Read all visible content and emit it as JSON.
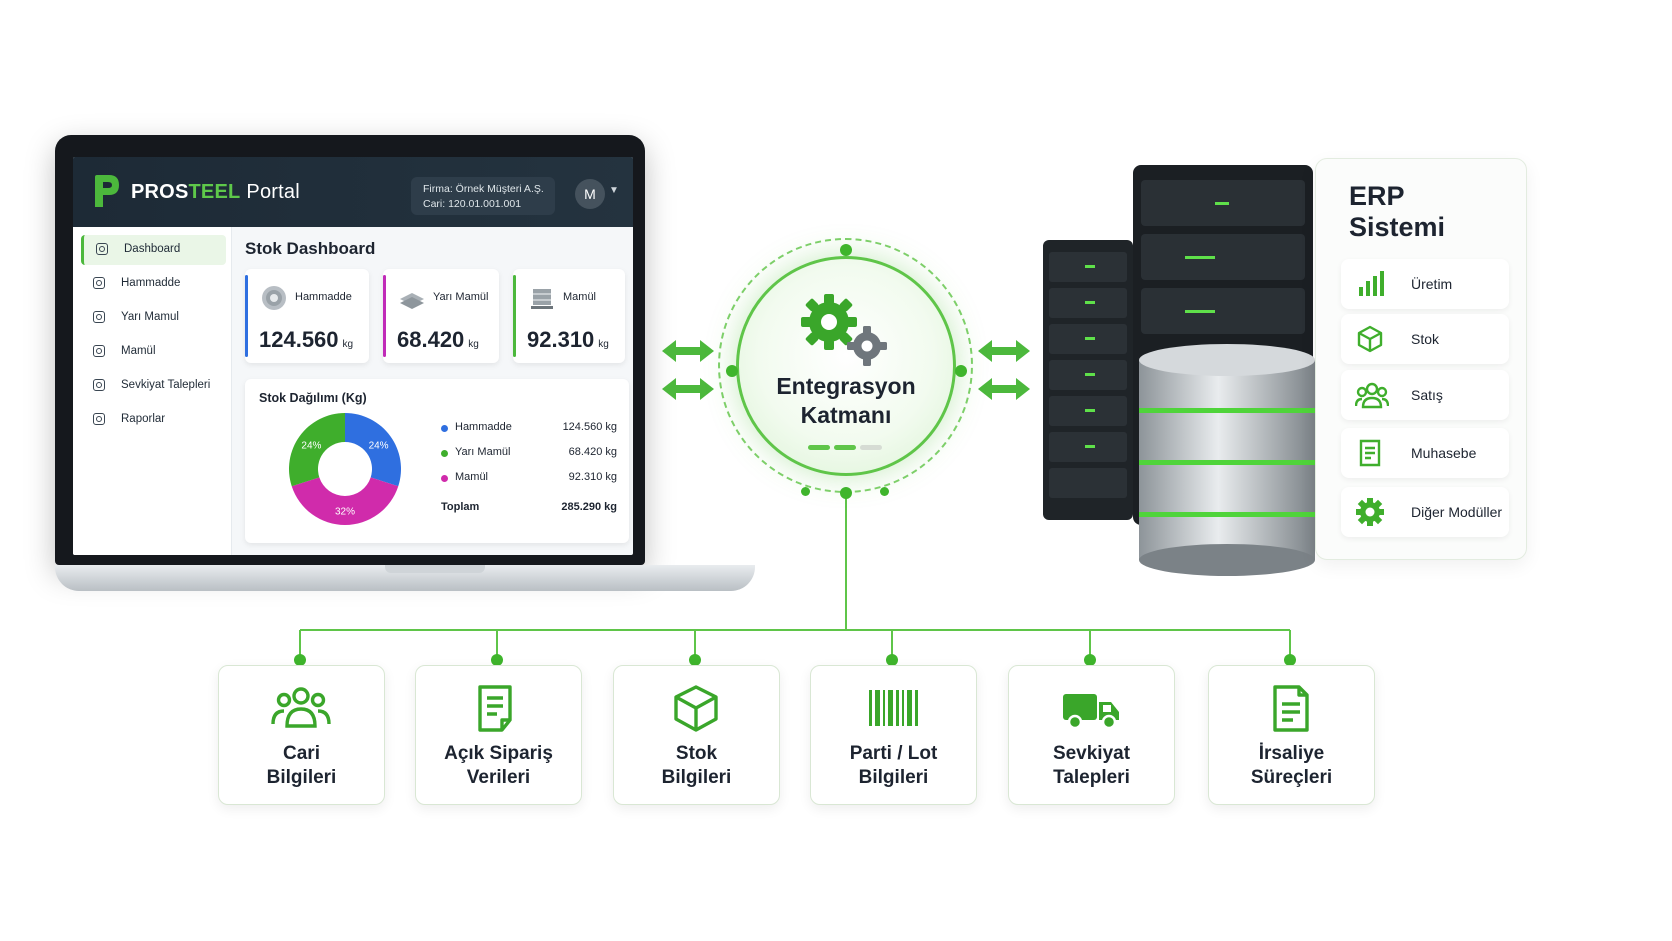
{
  "portal": {
    "brand_pros": "PROS",
    "brand_steel": "TEEL",
    "brand_portal": "Portal",
    "firm_line1": "Firma: Örnek Müşteri A.Ş.",
    "firm_line2": "Cari: 120.01.001.001",
    "avatar": "M",
    "sidebar": [
      "Dashboard",
      "Hammadde",
      "Yarı Mamul",
      "Mamül",
      "Sevkiyat Talepleri",
      "Raporlar"
    ],
    "dashboard_title": "Stok Dashboard",
    "kpis": [
      {
        "label": "Hammadde",
        "value": "124.560",
        "unit": "kg",
        "color": "#2f6fe0"
      },
      {
        "label": "Yarı Mamül",
        "value": "68.420",
        "unit": "kg",
        "color": "#c02bb8"
      },
      {
        "label": "Mamül",
        "value": "92.310",
        "unit": "kg",
        "color": "#4cb83c"
      }
    ],
    "distribution_title": "Stok Dağılımı (Kg)",
    "legend": [
      {
        "name": "Hammadde",
        "value": "124.560 kg",
        "color": "#2f6fe0"
      },
      {
        "name": "Yarı Mamül",
        "value": "68.420 kg",
        "color": "#3fae2c"
      },
      {
        "name": "Mamül",
        "value": "92.310 kg",
        "color": "#d02bab"
      }
    ],
    "total_label": "Toplam",
    "total_value": "285.290 kg"
  },
  "chart_data": {
    "type": "pie",
    "title": "Stok Dağılımı (Kg)",
    "slices": [
      {
        "label": "Hammadde",
        "value": 24,
        "color": "#2f6fe0"
      },
      {
        "label": "Mamül",
        "value": 32,
        "color": "#d02bab"
      },
      {
        "label": "Yarı Mamül",
        "value": 24,
        "color": "#3fae2c"
      }
    ],
    "slice_labels": [
      "24%",
      "32%",
      "24%"
    ]
  },
  "integration": {
    "line1": "Entegrasyon",
    "line2": "Katmanı"
  },
  "erp": {
    "title1": "ERP",
    "title2": "Sistemi",
    "modules": [
      "Üretim",
      "Stok",
      "Satış",
      "Muhasebe",
      "Diğer Modüller"
    ]
  },
  "cards": [
    {
      "line1": "Cari",
      "line2": "Bilgileri",
      "icon": "users-icon"
    },
    {
      "line1": "Açık Sipariş",
      "line2": "Verileri",
      "icon": "document-icon"
    },
    {
      "line1": "Stok",
      "line2": "Bilgileri",
      "icon": "box-icon"
    },
    {
      "line1": "Parti / Lot",
      "line2": "Bilgileri",
      "icon": "barcode-icon"
    },
    {
      "line1": "Sevkiyat",
      "line2": "Talepleri",
      "icon": "truck-icon"
    },
    {
      "line1": "İrsaliye",
      "line2": "Süreçleri",
      "icon": "waybill-icon"
    }
  ],
  "colors": {
    "accent": "#4cb83c",
    "dark": "#1d2430"
  }
}
